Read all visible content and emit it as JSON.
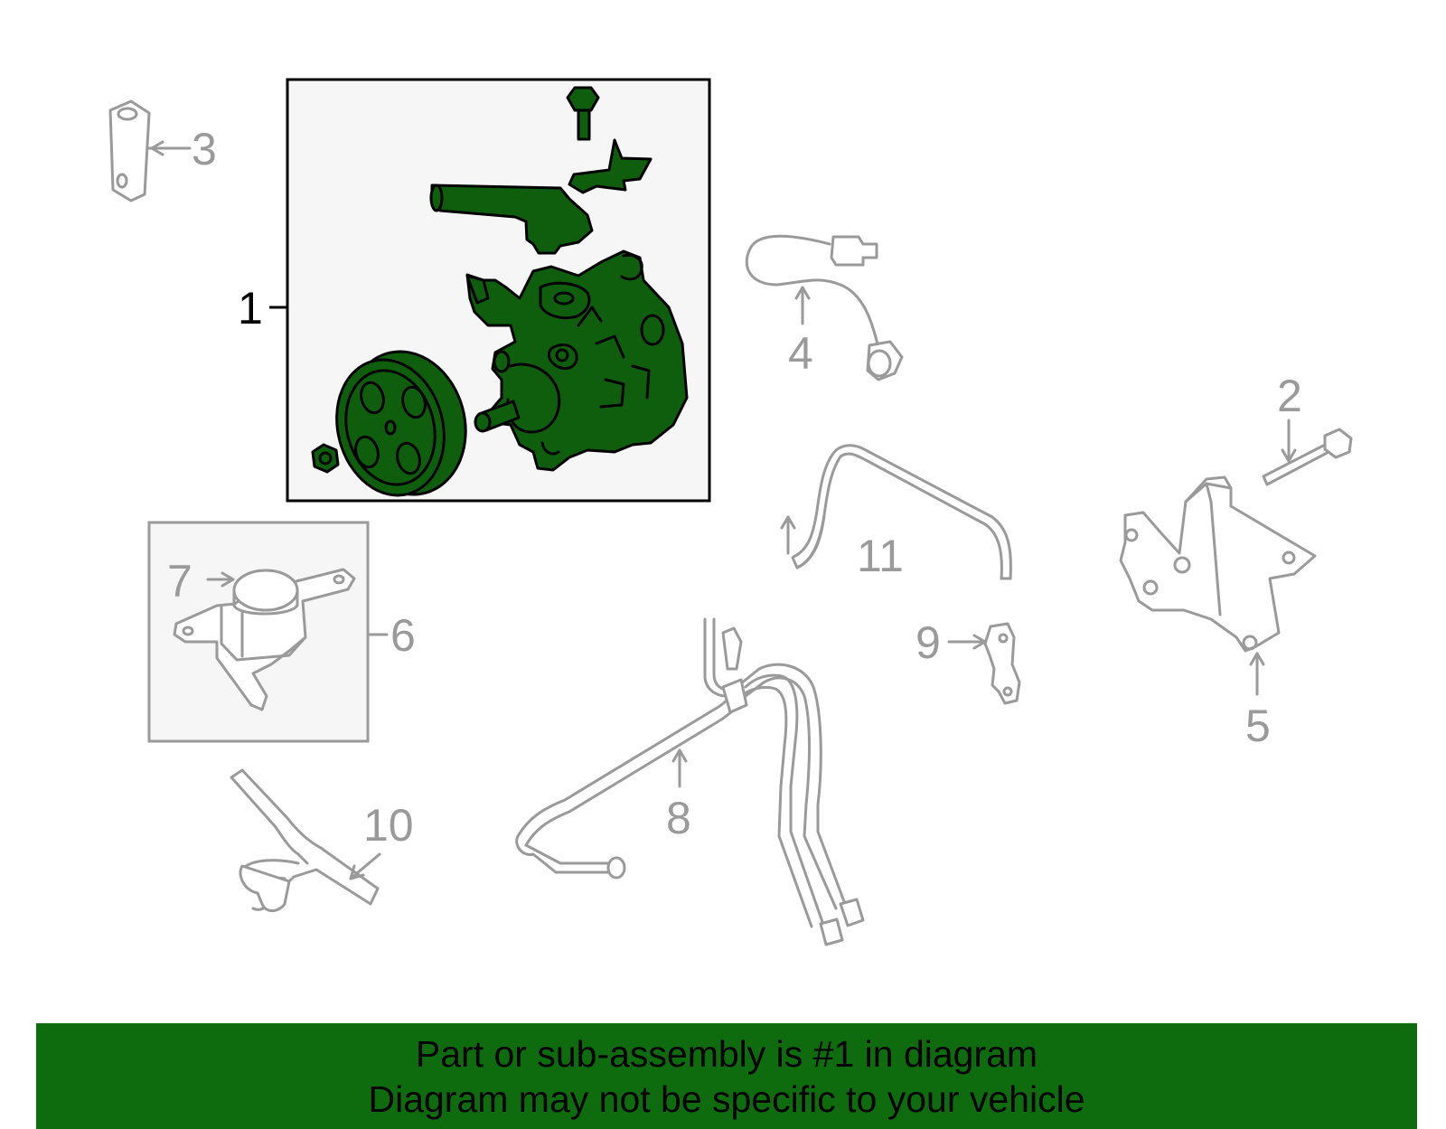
{
  "diagram": {
    "highlight_color": "#0e5e0e",
    "callouts": {
      "c1": "1",
      "c2": "2",
      "c3": "3",
      "c4": "4",
      "c5": "5",
      "c6": "6",
      "c7": "7",
      "c8": "8",
      "c9": "9",
      "c10": "10",
      "c11": "11"
    },
    "highlighted_part": "1"
  },
  "footer": {
    "background_color": "#0e6b0e",
    "line1": "Part or sub-assembly is #1 in diagram",
    "line2": "Diagram may not be specific to your vehicle"
  }
}
